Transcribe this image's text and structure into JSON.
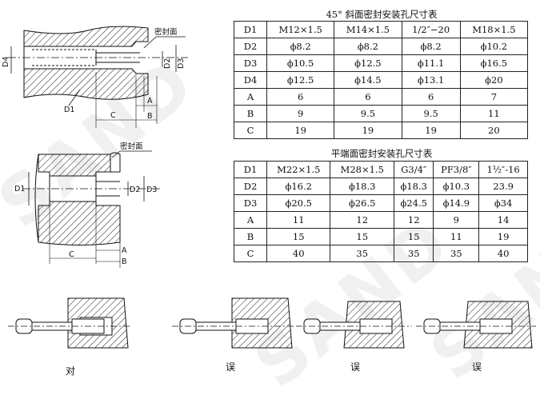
{
  "table1": {
    "title": "45° 斜面密封安装孔尺寸表",
    "rows": [
      [
        "D1",
        "M12×1.5",
        "M14×1.5",
        "1/2″−20",
        "M18×1.5"
      ],
      [
        "D2",
        "ϕ8.2",
        "ϕ8.2",
        "ϕ8.2",
        "ϕ10.2"
      ],
      [
        "D3",
        "ϕ10.5",
        "ϕ12.5",
        "ϕ11.1",
        "ϕ16.5"
      ],
      [
        "D4",
        "ϕ12.5",
        "ϕ14.5",
        "ϕ13.1",
        "ϕ20"
      ],
      [
        "A",
        "6",
        "6",
        "6",
        "7"
      ],
      [
        "B",
        "9",
        "9.5",
        "9.5",
        "11"
      ],
      [
        "C",
        "19",
        "19",
        "19",
        "20"
      ]
    ]
  },
  "table2": {
    "title": "平端面密封安装孔尺寸表",
    "rows": [
      [
        "D1",
        "M22×1.5",
        "M28×1.5",
        "G3/4″",
        "PF3/8″",
        "1¹⁄₂″-16"
      ],
      [
        "D2",
        "ϕ16.2",
        "ϕ18.3",
        "ϕ18.3",
        "ϕ10.3",
        "23.9"
      ],
      [
        "D3",
        "ϕ20.5",
        "ϕ26.5",
        "ϕ24.5",
        "ϕ14.9",
        "ϕ34"
      ],
      [
        "A",
        "11",
        "12",
        "12",
        "9",
        "14"
      ],
      [
        "B",
        "15",
        "15",
        "15",
        "11",
        "19"
      ],
      [
        "C",
        "40",
        "35",
        "35",
        "35",
        "40"
      ]
    ]
  },
  "drawing1": {
    "seal_label": "密封面",
    "labels": {
      "d4": "D4",
      "d2": "D2",
      "d3": "D3",
      "d1": "D1",
      "a": "A",
      "b": "B",
      "c": "C"
    }
  },
  "drawing2": {
    "seal_label": "密封面",
    "labels": {
      "d1": "D1",
      "d2": "D2",
      "d3": "D3",
      "a": "A",
      "b": "B",
      "c": "C"
    }
  },
  "bottom_captions": [
    "对",
    "误",
    "误",
    "误"
  ],
  "watermark": "SAND"
}
